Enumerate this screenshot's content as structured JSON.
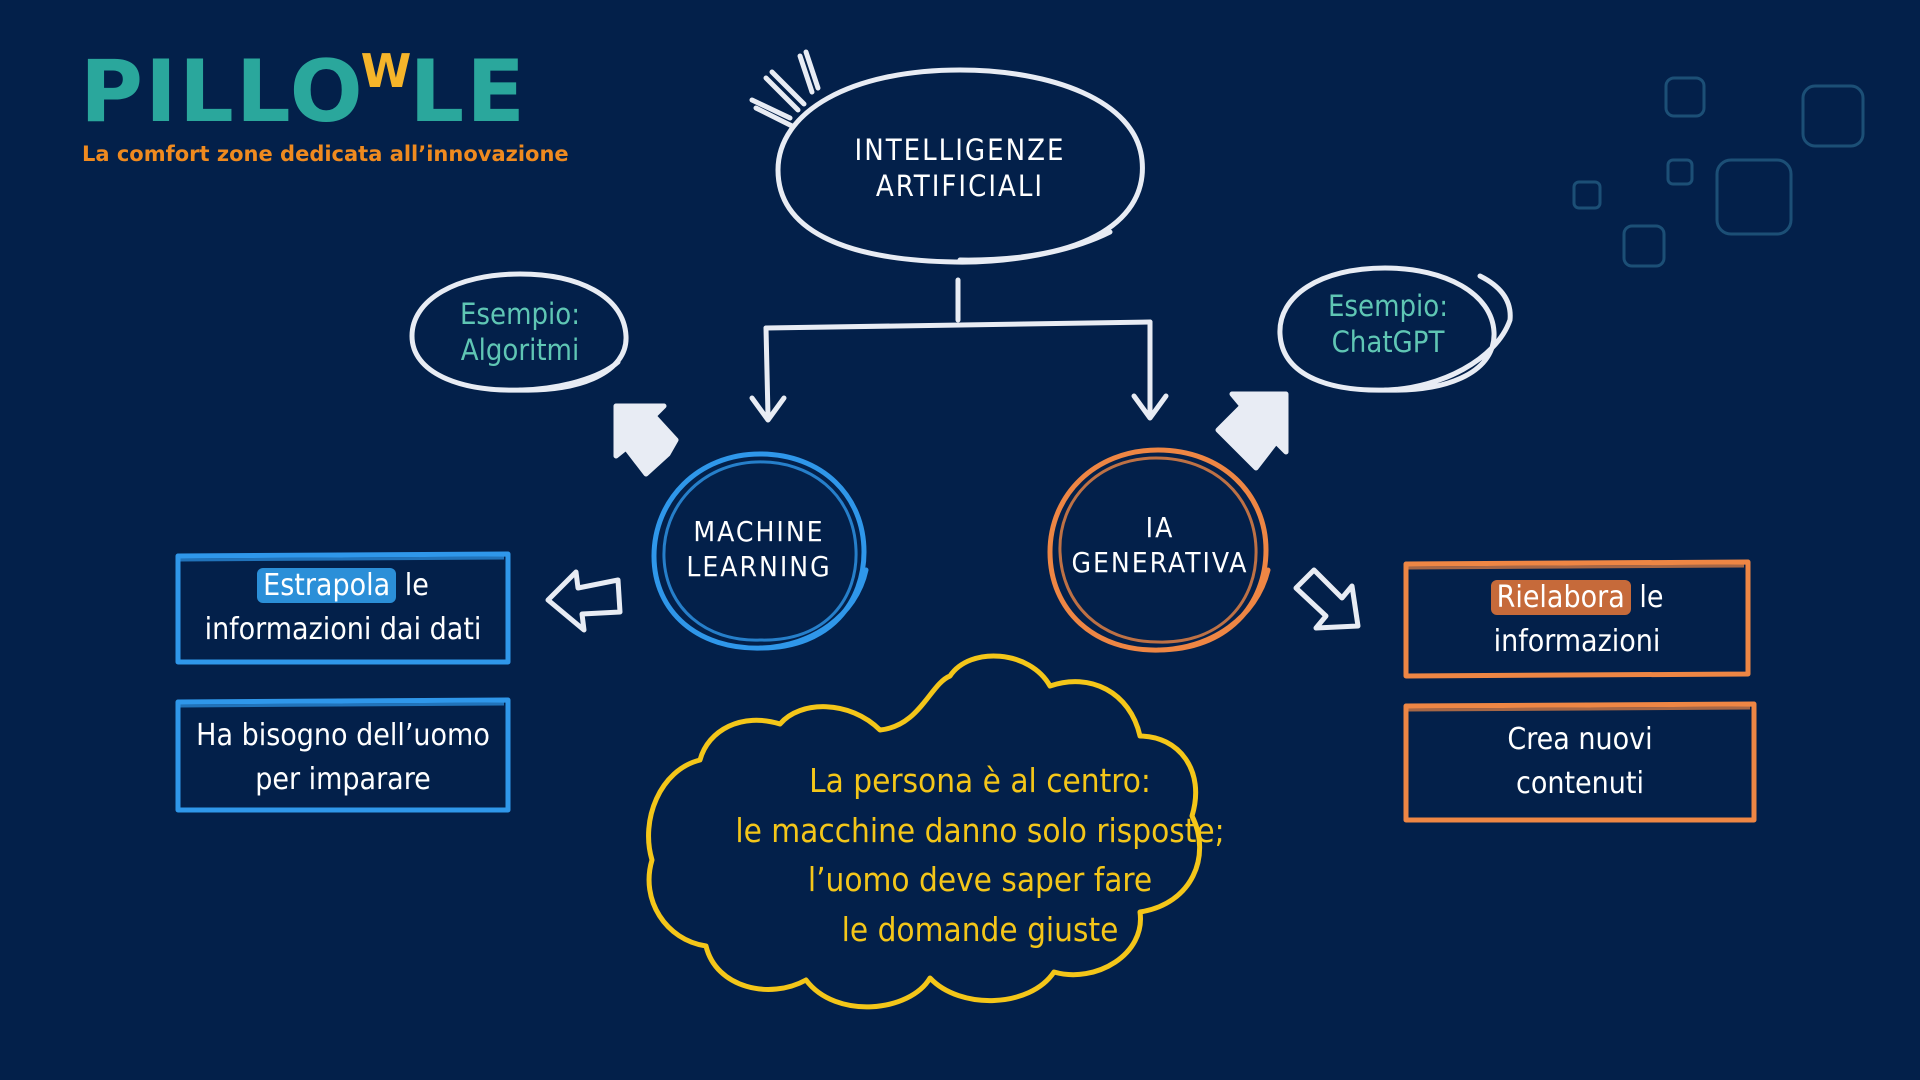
{
  "logo": {
    "wordmark_start": "PILLO",
    "wordmark_w": "W",
    "wordmark_end": "LE",
    "tagline": "La comfort zone dedicata all’innovazione"
  },
  "root": {
    "line1": "INTELLIGENZE",
    "line2": "ARTIFICIALI"
  },
  "left_branch": {
    "title_line1": "MACHINE",
    "title_line2": "LEARNING",
    "example_line1": "Esempio:",
    "example_line2": "Algoritmi",
    "box1_highlight": "Estrapola",
    "box1_rest_line1": " le",
    "box1_line2": "informazioni dai dati",
    "box2_line1": "Ha bisogno dell’uomo",
    "box2_line2": "per imparare"
  },
  "right_branch": {
    "title_line1": "IA",
    "title_line2": "GENERATIVA",
    "example_line1": "Esempio:",
    "example_line2": "ChatGPT",
    "box1_highlight": "Rielabora",
    "box1_rest_line1": " le",
    "box1_line2": "informazioni",
    "box2_line1": "Crea nuovi",
    "box2_line2": "contenuti"
  },
  "cloud": {
    "line1": "La persona è al centro:",
    "line2": "le macchine danno solo risposte;",
    "line3": "l’uomo deve saper fare",
    "line4": "le domande giuste"
  },
  "colors": {
    "background": "#03204a",
    "chalk_white": "#e8ecf4",
    "blue": "#2f97ea",
    "orange": "#ee8644",
    "yellow": "#f4c619",
    "teal": "#5fc6b4",
    "logo_teal": "#2aa79c",
    "logo_orange": "#ef8a1f",
    "deco_squares": "#1c4f76"
  }
}
